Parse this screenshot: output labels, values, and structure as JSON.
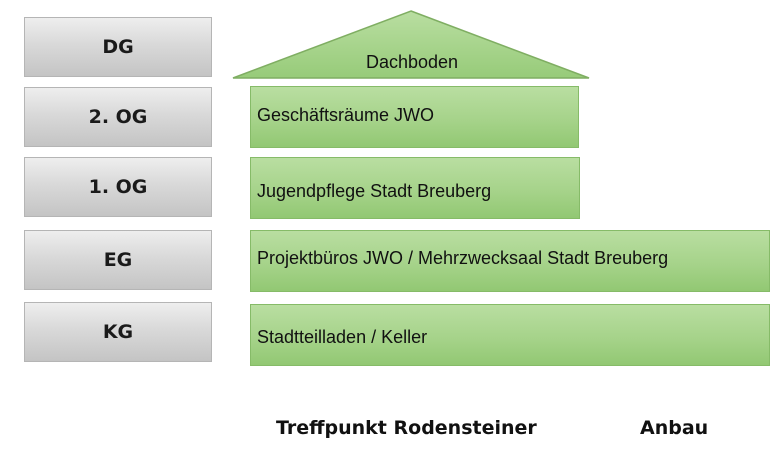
{
  "floors": {
    "dg": "DG",
    "og2": "2. OG",
    "og1": "1. OG",
    "eg": "EG",
    "kg": "KG"
  },
  "rooms": {
    "dachboden": "Dachboden",
    "og2": "Geschäftsräume JWO",
    "og1": "Jugendpflege Stadt Breuberg",
    "eg": "Projektbüros JWO / Mehrzwecksaal Stadt Breuberg",
    "kg": "Stadtteilladen / Keller"
  },
  "buildings": {
    "main": "Treffpunkt Rodensteiner",
    "annex": "Anbau"
  },
  "colors": {
    "room_fill": "#a6d38a",
    "label_fill": "#d9d9d9"
  }
}
